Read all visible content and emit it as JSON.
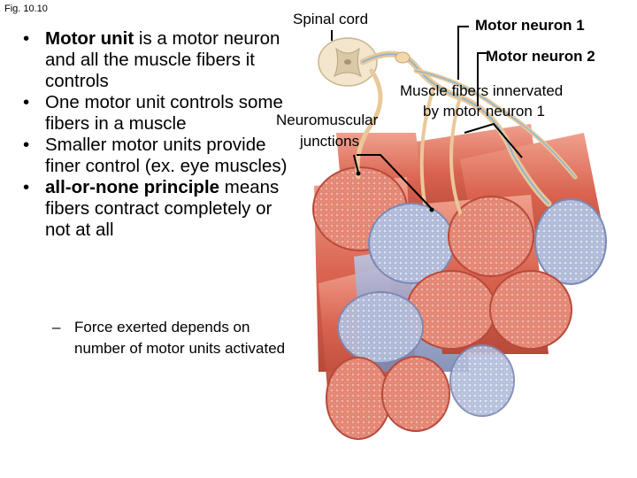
{
  "figure_label": "Fig. 10.10",
  "bullets": [
    {
      "bold": "Motor unit",
      "rest": " is a motor neuron and all the muscle fibers it controls"
    },
    {
      "bold": "",
      "rest": "One motor unit controls some fibers in a muscle"
    },
    {
      "bold": "",
      "rest": "Smaller motor units provide finer control (ex. eye muscles)"
    },
    {
      "bold": "all-or-none principle",
      "rest": " means fibers contract completely or not at all"
    }
  ],
  "sub_bullet": "Force exerted depends on number of motor units activated",
  "labels": {
    "spinal_cord": "Spinal cord",
    "motor_neuron_1": "Motor neuron 1",
    "motor_neuron_2": "Motor neuron 2",
    "muscle_fibers_line1": "Muscle fibers innervated",
    "muscle_fibers_line2": "by motor neuron 1",
    "neuromuscular_line1": "Neuromuscular",
    "neuromuscular_line2": "junctions"
  },
  "colors": {
    "muscle_red": "#e07a6a",
    "muscle_blue": "#a9b6d6",
    "nerve": "#e9c89a"
  }
}
